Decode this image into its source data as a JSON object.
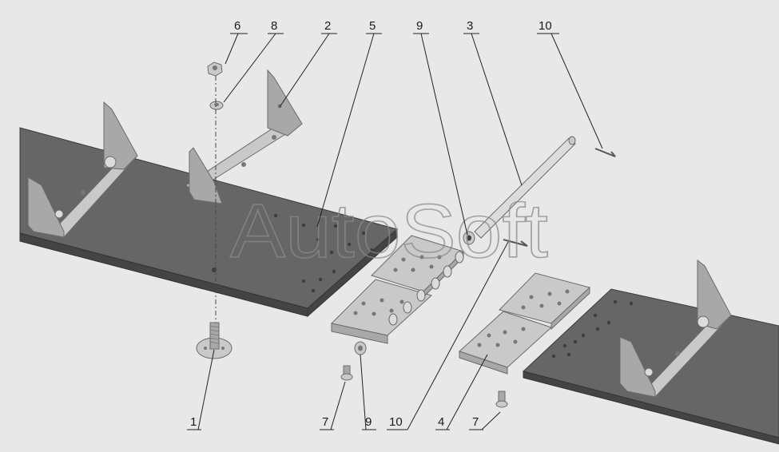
{
  "watermark": "AutoSoft",
  "callouts": [
    {
      "id": "c1",
      "label": "1"
    },
    {
      "id": "c2",
      "label": "2"
    },
    {
      "id": "c3",
      "label": "3"
    },
    {
      "id": "c4",
      "label": "4"
    },
    {
      "id": "c5",
      "label": "5"
    },
    {
      "id": "c6",
      "label": "6"
    },
    {
      "id": "c7a",
      "label": "7"
    },
    {
      "id": "c7b",
      "label": "7"
    },
    {
      "id": "c8",
      "label": "8"
    },
    {
      "id": "c9a",
      "label": "9"
    },
    {
      "id": "c9b",
      "label": "9"
    },
    {
      "id": "c10a",
      "label": "10"
    },
    {
      "id": "c10b",
      "label": "10"
    }
  ]
}
